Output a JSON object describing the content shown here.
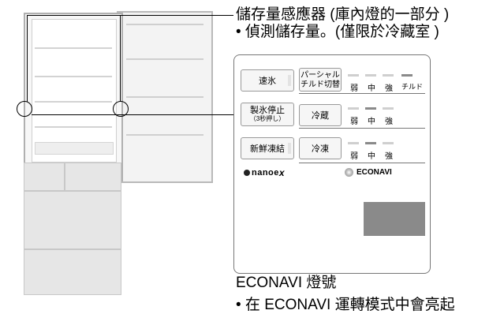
{
  "title_line1": "儲存量感應器 (庫內燈的一部分 )",
  "title_line2": "• 偵測儲存量。(僅限於冷藏室 )",
  "panel": {
    "btn_quick_ice": "速氷",
    "btn_partial_chilled_l1": "パーシャル",
    "btn_partial_chilled_l2": "チルド切替",
    "btn_ice_stop_l1": "製氷停止",
    "btn_ice_stop_l2": "（3秒押し）",
    "btn_fresh_freeze": "新鮮凍結",
    "label_refrigerate": "冷蔵",
    "label_freeze": "冷凍",
    "level_weak": "弱",
    "level_mid": "中",
    "level_strong": "強",
    "level_chilled": "チルド",
    "logo_nanoe": "nanoe",
    "logo_econavi": "ECONAVI"
  },
  "econavi_caption": "ECONAVI 燈號",
  "econavi_note": "• 在 ECONAVI 運轉模式中會亮起"
}
